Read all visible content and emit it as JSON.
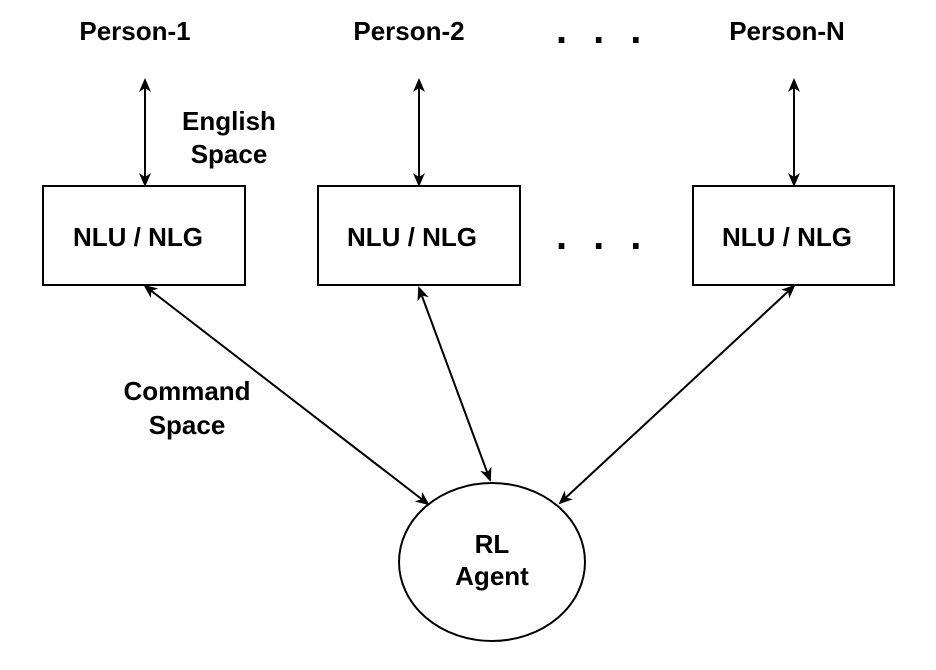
{
  "persons": [
    {
      "label": "Person-1"
    },
    {
      "label": "Person-2"
    },
    {
      "label": "Person-N"
    }
  ],
  "ellipsis": "...",
  "english_space_label": {
    "line1": "English",
    "line2": "Space"
  },
  "modules": [
    {
      "label": "NLU / NLG"
    },
    {
      "label": "NLU / NLG"
    },
    {
      "label": "NLU / NLG"
    }
  ],
  "command_space_label": {
    "line1": "Command",
    "line2": "Space"
  },
  "agent": {
    "line1": "RL",
    "line2": "Agent"
  },
  "colors": {
    "stroke": "#000000",
    "fill": "#ffffff",
    "text": "#000000"
  }
}
